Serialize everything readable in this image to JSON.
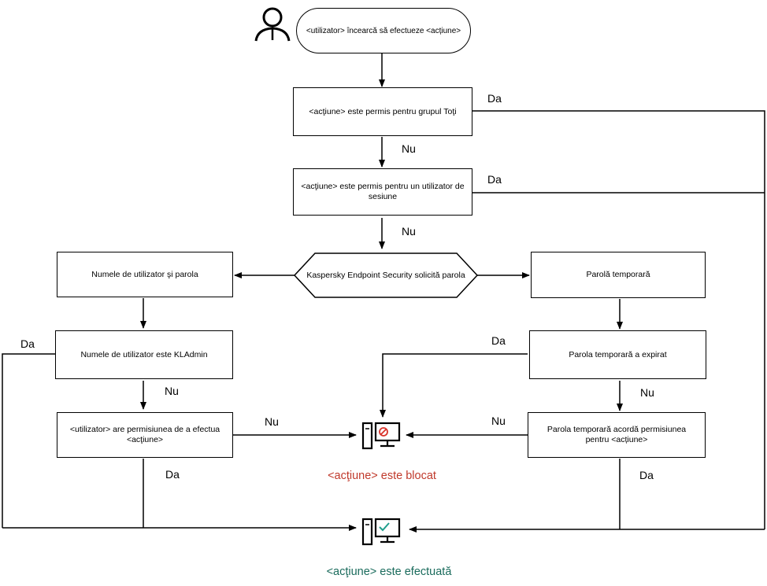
{
  "nodes": {
    "start": "<utilizator> încearcă să efectueze <acțiune>",
    "all_group": "<acţiune> este permis pentru grupul Toţi",
    "session_user": "<acţiune> este permis pentru un utilizator de sesiune",
    "kes_request": "Kaspersky Endpoint Security solicită parola",
    "user_pass": "Numele de utilizator şi parola",
    "temp_pass": "Parolă temporară",
    "kladmin": "Numele de utilizator este KLAdmin",
    "temp_expired": "Parola temporară a expirat",
    "user_permission": "<utilizator> are permisiunea de a efectua <acţiune>",
    "temp_grants": "Parola temporară acordă permisiunea pentru <acțiune>"
  },
  "labels": {
    "da": "Da",
    "nu": "Nu"
  },
  "results": {
    "blocked": "<acţiune> este blocat",
    "performed": "<acţiune> este efectuată"
  },
  "colors": {
    "line": "#000000",
    "blocked": "#c0392b",
    "blocked_icon": "#d9342b",
    "performed": "#1a6b5c",
    "performed_icon": "#1f9e8c"
  },
  "icons": {
    "user": "user-icon",
    "blocked": "computer-blocked-icon",
    "allowed": "computer-allowed-icon"
  }
}
